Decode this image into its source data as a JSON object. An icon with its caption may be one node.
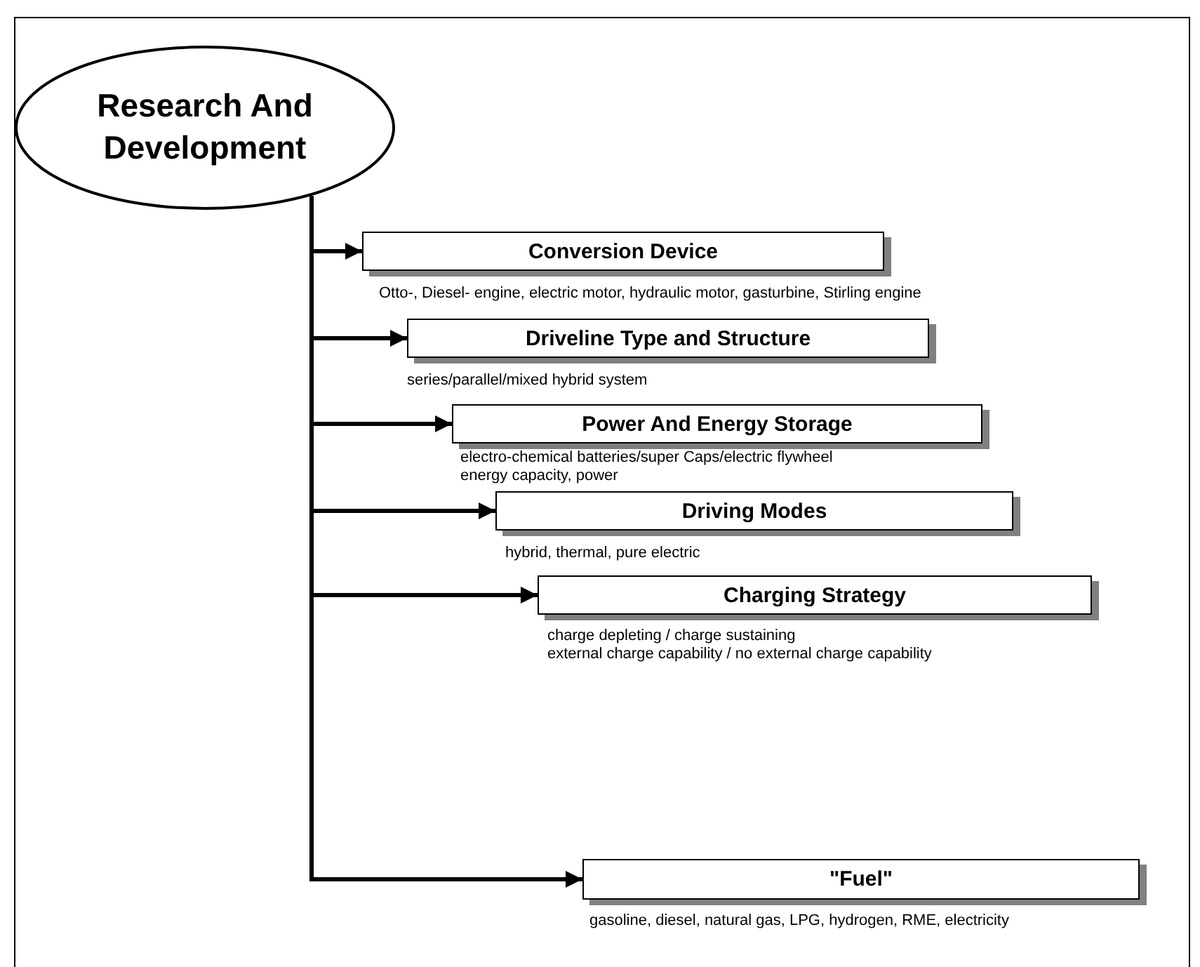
{
  "diagram": {
    "nodes": [
      {
        "text": [
          "Research And Development"
        ]
      },
      {
        "text": [
          "Conversion Device"
        ],
        "beside": [
          "Otto-, Diesel- engine, electric motor, hydraulic motor, gasturbine, Stirling engine"
        ]
      },
      {
        "text": [
          "Driveline Type and Structure"
        ],
        "beside": [
          "series/parallel/mixed hybrid system"
        ]
      },
      {
        "text": [
          "Power And Energy Storage"
        ],
        "beside": [
          "electro-chemical batteries/super Caps/electric flywheel",
          "energy capacity, power"
        ]
      },
      {
        "text": [
          "Driving Modes"
        ],
        "beside": [
          "hybrid, thermal, pure electric"
        ]
      },
      {
        "text": [
          "Charging Strategy"
        ],
        "beside": [
          "charge depleting / charge sustaining",
          "external charge capability / no external charge capability"
        ]
      },
      {
        "text": [
          "\"Fuel\""
        ],
        "beside": [
          "gasoline, diesel, natural gas, LPG, hydrogen, RME, electricity"
        ]
      }
    ],
    "edges": [
      {
        "from": 0,
        "to": 1,
        "arrow": "to"
      },
      {
        "from": 0,
        "to": 2,
        "arrow": "to"
      },
      {
        "from": 0,
        "to": 3,
        "arrow": "to"
      },
      {
        "from": 0,
        "to": 4,
        "arrow": "to"
      },
      {
        "from": 0,
        "to": 5,
        "arrow": "to"
      },
      {
        "from": 0,
        "to": 6,
        "arrow": "to"
      }
    ]
  }
}
